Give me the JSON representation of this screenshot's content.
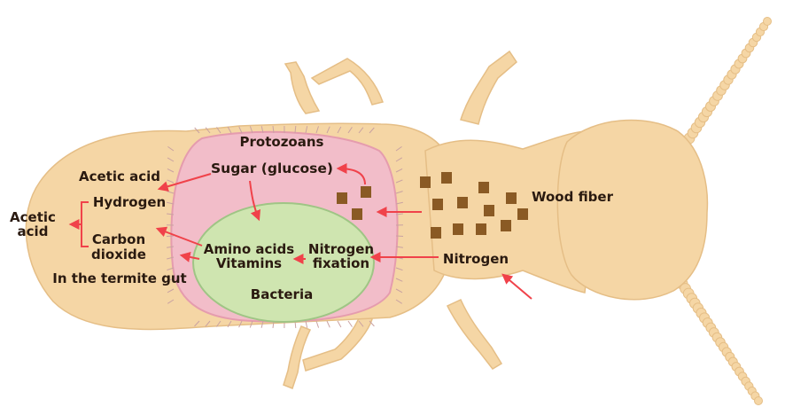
{
  "diagram": {
    "colors": {
      "termite_body": "#F5D6A5",
      "termite_outline": "#E5BE86",
      "protozoan_fill": "#F2BDC9",
      "protozoan_outline": "#E59CAE",
      "bacteria_fill": "#CFE5B0",
      "bacteria_outline": "#9FC585",
      "wood_chip": "#8A5A24",
      "arrow": "#F0424A"
    },
    "labels": {
      "protozoans": "Protozoans",
      "sugar": "Sugar (glucose)",
      "acetic_acid_top": "Acetic acid",
      "hydrogen": "Hydrogen",
      "acetic_acid_left_1": "Acetic",
      "acetic_acid_left_2": "acid",
      "carbon_dioxide_1": "Carbon",
      "carbon_dioxide_2": "dioxide",
      "termite_gut": "In the termite gut",
      "amino_acids": "Amino acids",
      "vitamins": "Vitamins",
      "nitrogen_fixation_1": "Nitrogen",
      "nitrogen_fixation_2": "fixation",
      "bacteria": "Bacteria",
      "nitrogen": "Nitrogen",
      "wood_fiber": "Wood fiber"
    }
  }
}
